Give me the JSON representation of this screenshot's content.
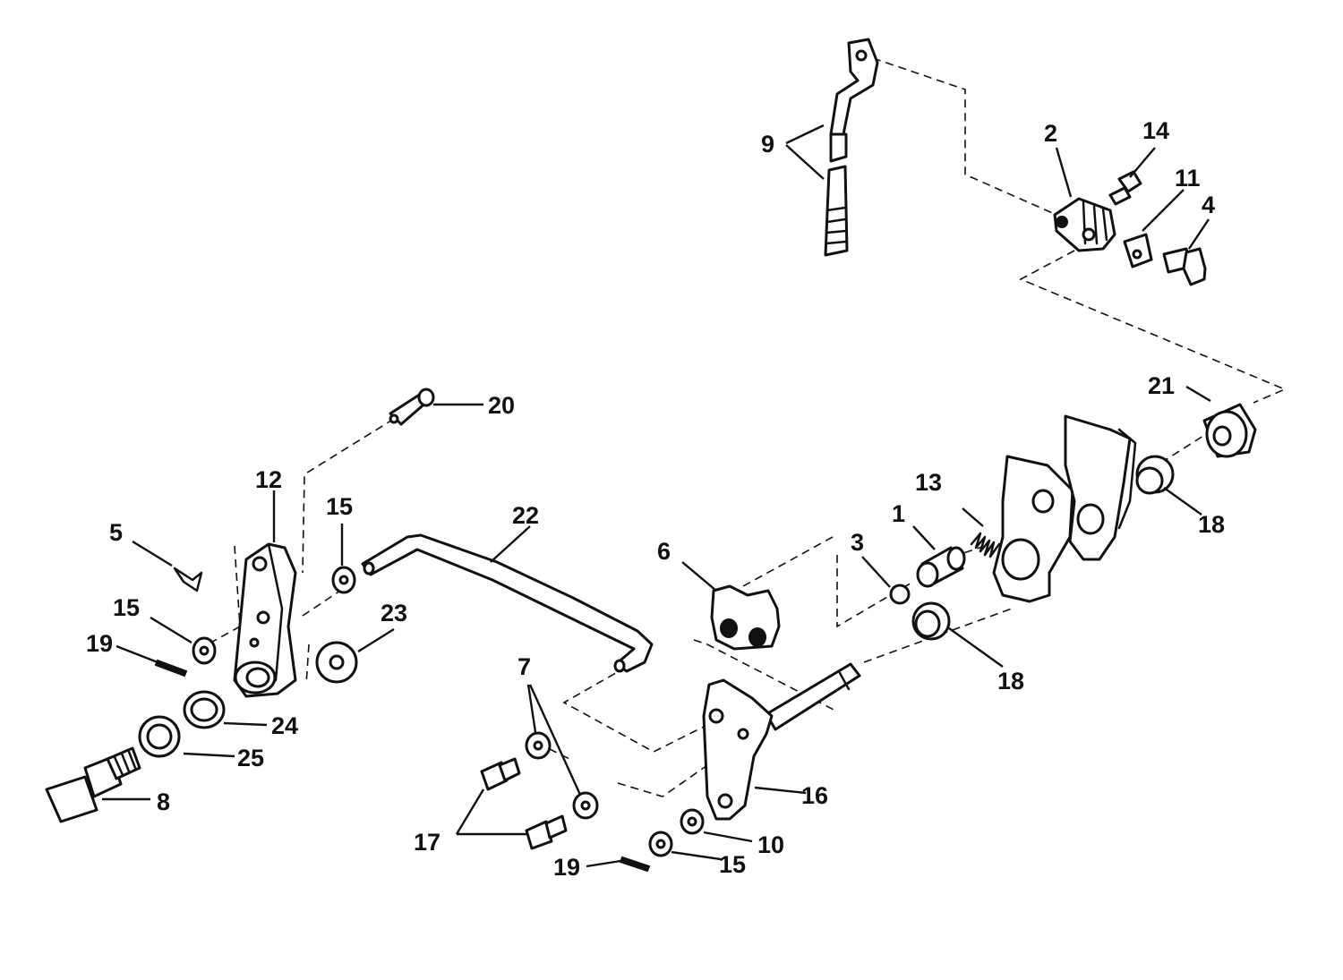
{
  "callouts": {
    "c1": "1",
    "c2": "2",
    "c3": "3",
    "c4": "4",
    "c5": "5",
    "c6": "6",
    "c7": "7",
    "c8": "8",
    "c9": "9",
    "c10": "10",
    "c11": "11",
    "c12": "12",
    "c13": "13",
    "c14": "14",
    "c15a": "15",
    "c15b": "15",
    "c15c": "15",
    "c16": "16",
    "c17": "17",
    "c18a": "18",
    "c18b": "18",
    "c19a": "19",
    "c19b": "19",
    "c20": "20",
    "c21": "21",
    "c22": "22",
    "c23": "23",
    "c24": "24",
    "c25": "25"
  }
}
